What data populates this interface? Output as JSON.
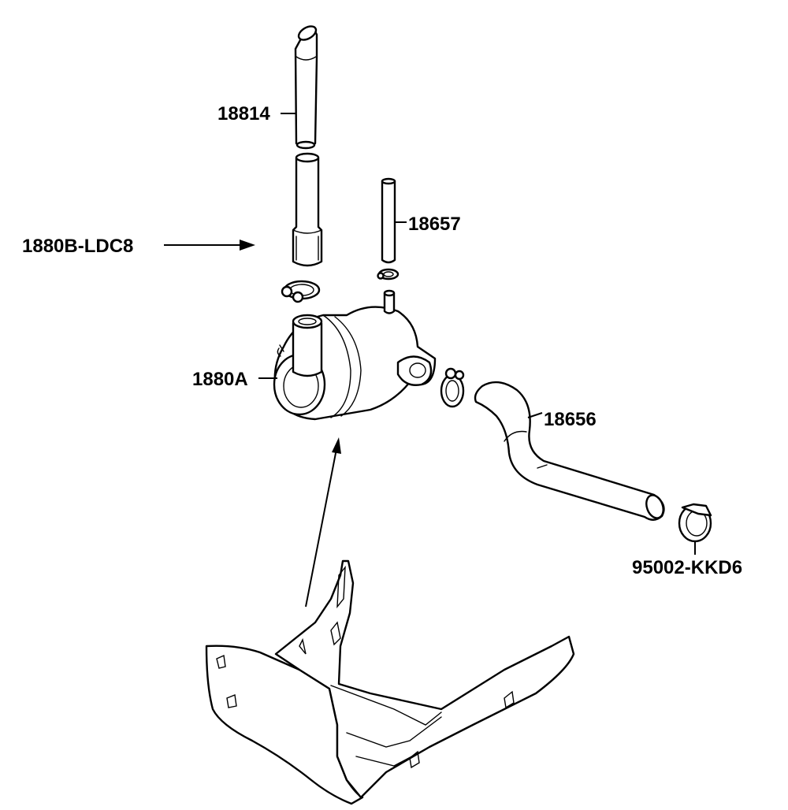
{
  "diagram": {
    "callouts": [
      {
        "id": "18814",
        "label": "18814"
      },
      {
        "id": "1880B-LDC8",
        "label": "1880B-LDC8"
      },
      {
        "id": "18657",
        "label": "18657"
      },
      {
        "id": "1880A",
        "label": "1880A"
      },
      {
        "id": "18656",
        "label": "18656"
      },
      {
        "id": "95002-KKD6",
        "label": "95002-KKD6"
      }
    ],
    "colors": {
      "line": "#000000",
      "fill": "#ffffff"
    }
  }
}
